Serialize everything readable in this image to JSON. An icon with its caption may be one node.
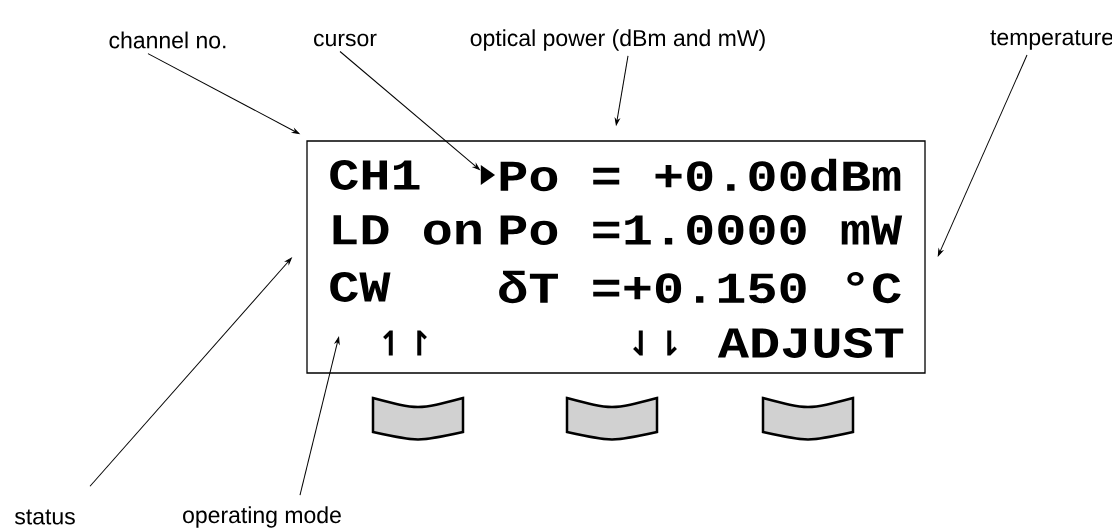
{
  "diagram": {
    "nodes": [
      {
        "text": [
          "channel no."
        ]
      },
      {
        "text": [
          "cursor"
        ]
      },
      {
        "text": [
          "optical power (dBm and mW)"
        ]
      },
      {
        "text": [
          "temperature"
        ]
      },
      {
        "text": [
          "CH1",
          "Po = +0.00dBm",
          "LD on",
          "Po =1.0000 mW",
          "CW",
          "δT =+0.150 °C",
          "↿↾",
          "⇃⇂",
          "ADJUST"
        ]
      },
      {
        "text": [],
        "shape": "triangle",
        "in": 4
      },
      {
        "text": [
          "status"
        ]
      },
      {
        "text": [
          "operating mode"
        ]
      }
    ],
    "edges": [
      {
        "from": 0,
        "to": 4,
        "arrow": "to"
      },
      {
        "from": 1,
        "to": 5,
        "arrow": "to"
      },
      {
        "from": 2,
        "to": 4,
        "arrow": "to"
      },
      {
        "from": 3,
        "to": 4,
        "arrow": "to"
      },
      {
        "from": 6,
        "to": 4,
        "arrow": "to"
      },
      {
        "from": 7,
        "to": null,
        "arrow": "to"
      }
    ]
  }
}
